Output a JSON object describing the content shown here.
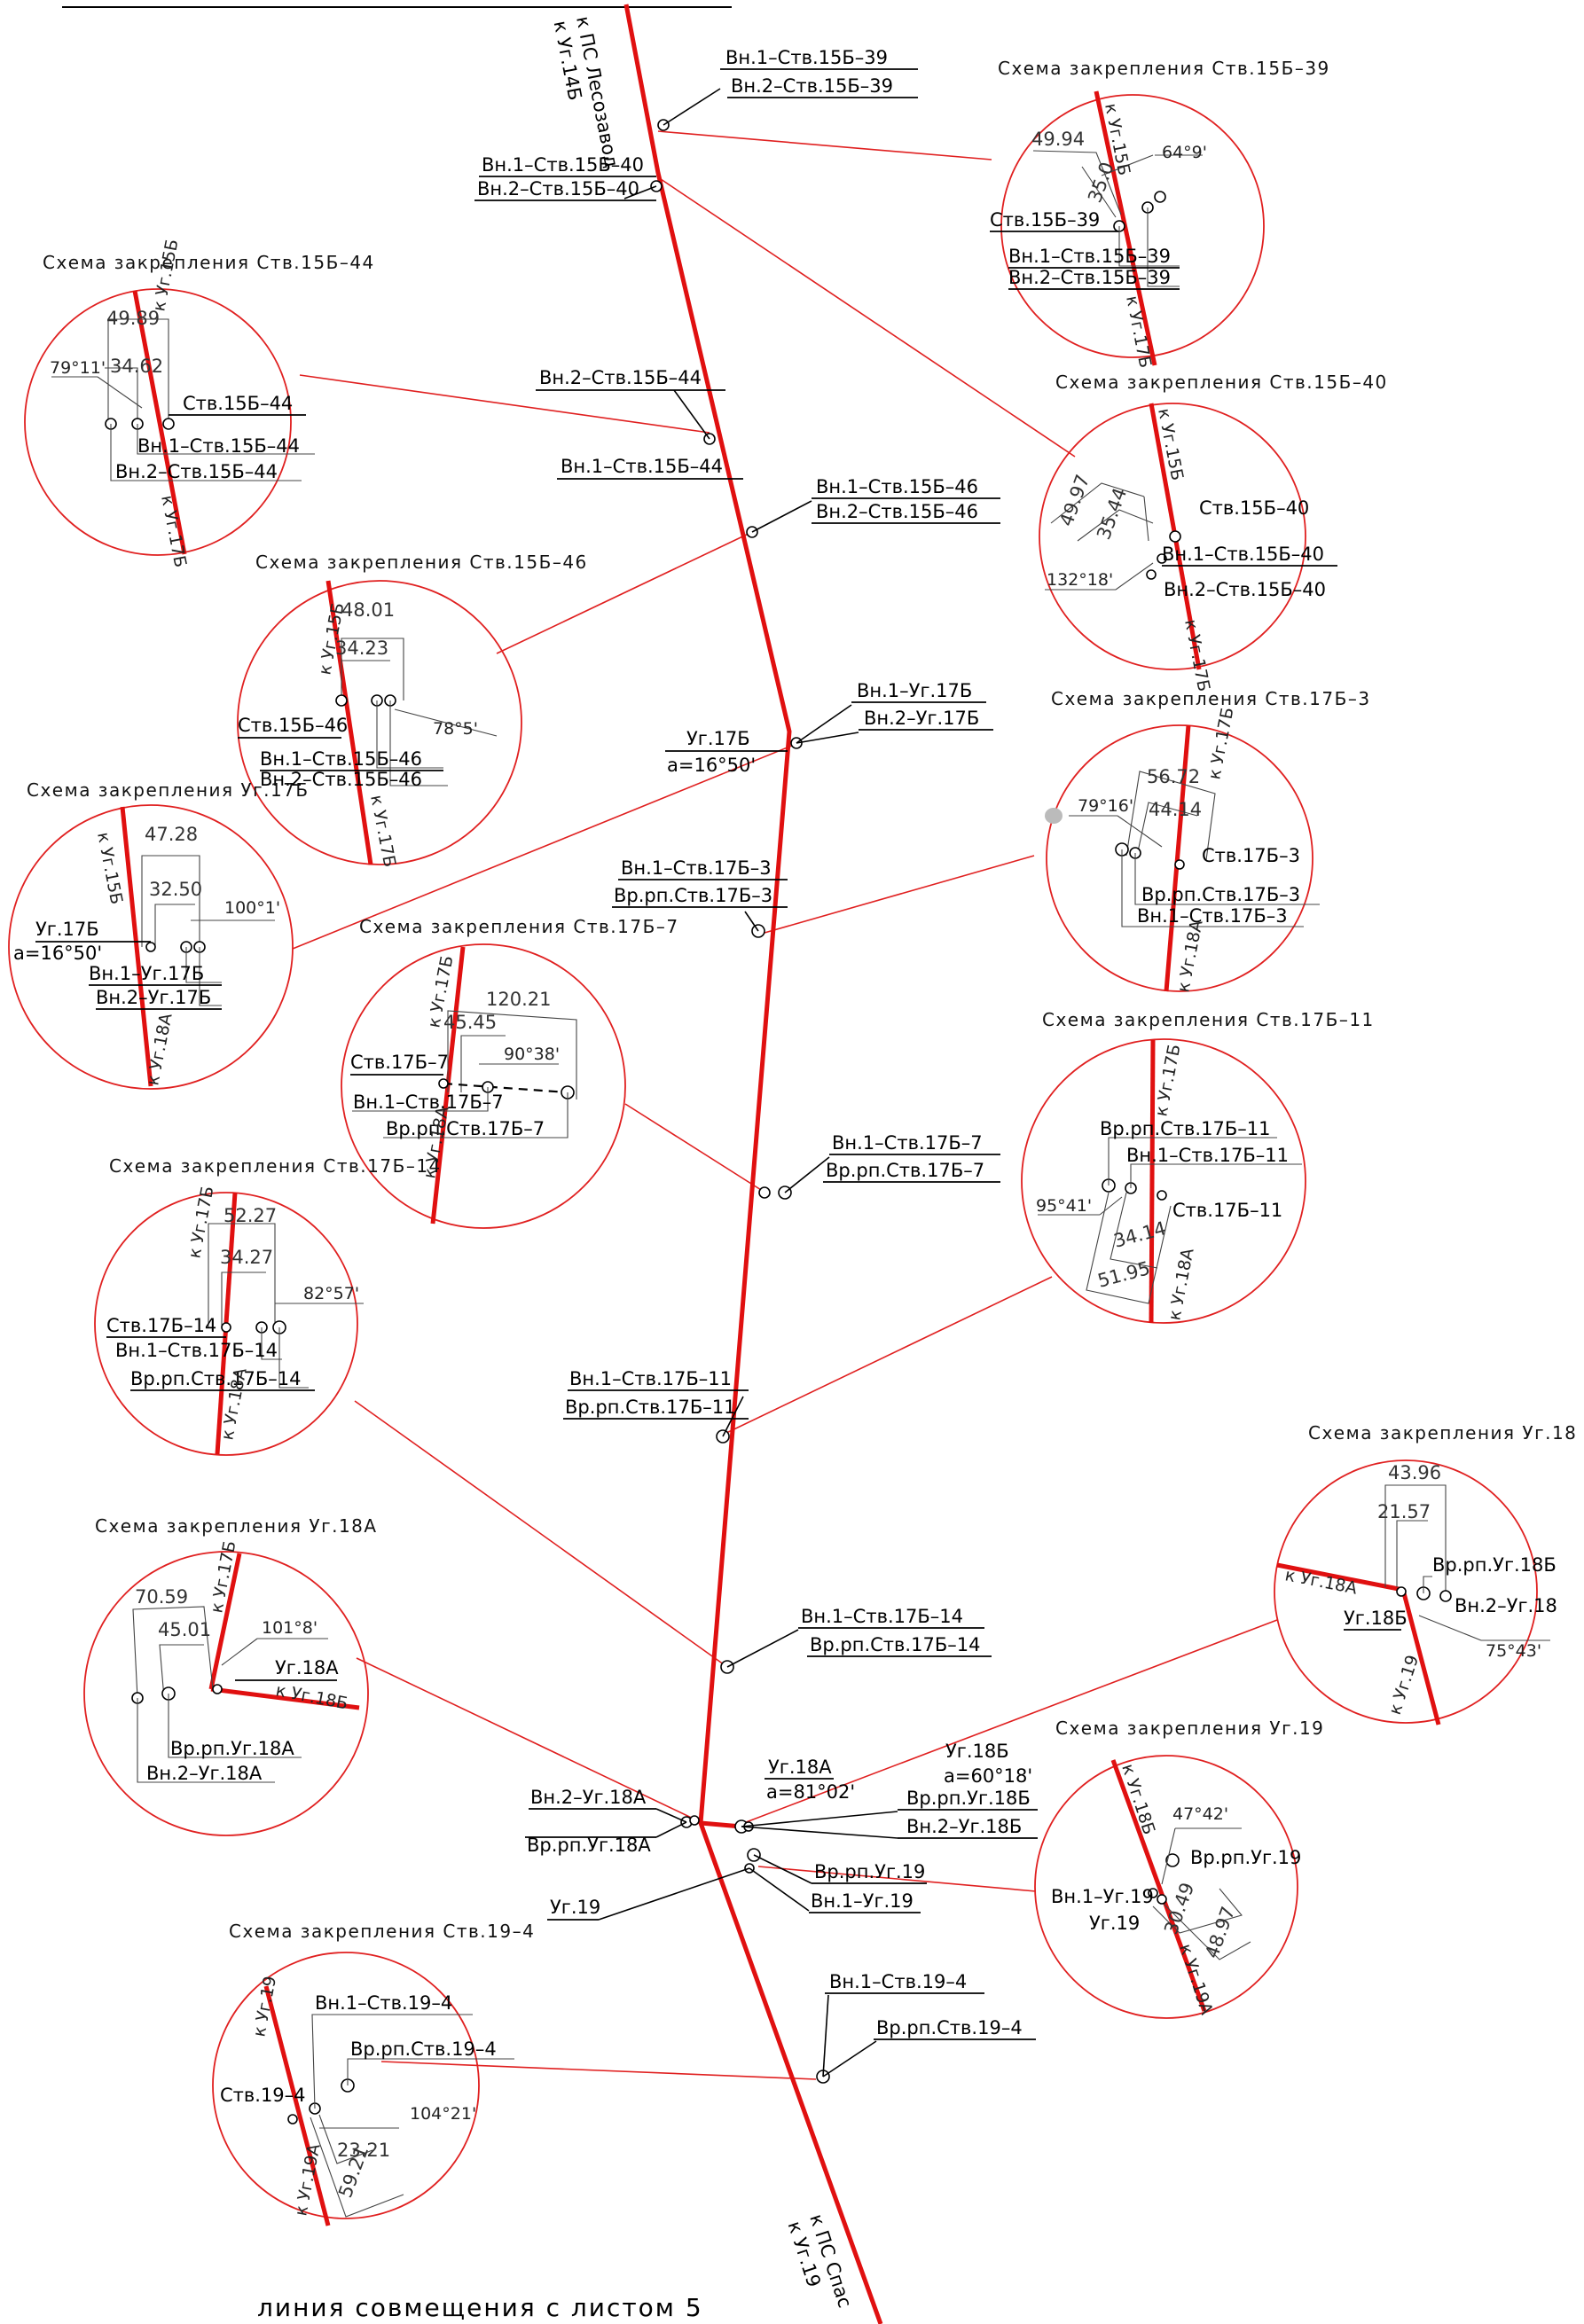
{
  "sheet": {
    "footer": "линия совмещения с листом 5",
    "top_route_label": "к ПС Лесозавод",
    "top_route_sub": "к Уг.14Б",
    "bottom_route_label": "к ПС Спас",
    "bottom_route_sub": "к Уг.19"
  },
  "main_labels": {
    "st15b39_a": "Вн.1–Ств.15Б–39",
    "st15b39_b": "Вн.2–Ств.15Б–39",
    "st15b40_a": "Вн.1–Ств.15Б–40",
    "st15b40_b": "Вн.2–Ств.15Б–40",
    "st15b44_a": "Вн.2–Ств.15Б–44",
    "st15b44_b": "Вн.1–Ств.15Б–44",
    "st15b46_a": "Вн.1–Ств.15Б–46",
    "st15b46_b": "Вн.2–Ств.15Б–46",
    "ug17b_a": "Вн.1–Уг.17Б",
    "ug17b_b": "Вн.2–Уг.17Б",
    "ug17b_name": "Уг.17Б",
    "ug17b_angle": "a=16°50'",
    "st17b3_a": "Вн.1–Ств.17Б–3",
    "st17b3_b": "Вр.рп.Ств.17Б–3",
    "st17b7_a": "Вн.1–Ств.17Б–7",
    "st17b7_b": "Вр.рп.Ств.17Б–7",
    "st17b11_a": "Вн.1–Ств.17Б–11",
    "st17b11_b": "Вр.рп.Ств.17Б–11",
    "st17b14_a": "Вн.1–Ств.17Б–14",
    "st17b14_b": "Вр.рп.Ств.17Б–14",
    "ug18a_a": "Вн.2–Уг.18А",
    "ug18a_b": "Вр.рп.Уг.18А",
    "ug18a_name": "Уг.18А",
    "ug18a_angle": "a=81°02'",
    "ug18b_name": "Уг.18Б",
    "ug18b_angle": "a=60°18'",
    "ug18b_a": "Вр.рп.Уг.18Б",
    "ug18b_b": "Вн.2–Уг.18Б",
    "ug19_a": "Вр.рп.Уг.19",
    "ug19_b": "Вн.1–Уг.19",
    "ug19_name": "Уг.19",
    "st194_a": "Вн.1–Ств.19–4",
    "st194_b": "Вр.рп.Ств.19–4"
  },
  "schemes": {
    "s39": {
      "title": "Схема закрепления Ств.15Б–39",
      "d1": "49.94",
      "d2": "35.0",
      "ang": "64°9'",
      "name": "Ств.15Б–39",
      "a": "Вн.1–Ств.15Б–39",
      "b": "Вн.2–Ств.15Б–39",
      "up": "к Уг.15Б",
      "down": "к Уг.17Б"
    },
    "s44": {
      "title": "Схема закрепления Ств.15Б–44",
      "d1": "49.89",
      "d2": "34.62",
      "ang": "79°11'",
      "name": "Ств.15Б–44",
      "a": "Вн.1–Ств.15Б–44",
      "b": "Вн.2–Ств.15Б–44",
      "up": "к Уг.15Б",
      "down": "к Уг.17Б"
    },
    "s40": {
      "title": "Схема закрепления Ств.15Б–40",
      "d1": "49.97",
      "d2": "35.44",
      "ang": "132°18'",
      "name": "Ств.15Б–40",
      "a": "Вн.1–Ств.15Б–40",
      "b": "Вн.2–Ств.15Б–40",
      "up": "к Уг.15Б",
      "down": "к Уг.17Б"
    },
    "s46": {
      "title": "Схема закрепления Ств.15Б–46",
      "d1": "48.01",
      "d2": "34.23",
      "ang": "78°5'",
      "name": "Ств.15Б–46",
      "a": "Вн.1–Ств.15Б–46",
      "b": "Вн.2–Ств.15Б–46",
      "up": "к Уг.15Б",
      "down": "к Уг.17Б"
    },
    "sUg17": {
      "title": "Схема закрепления Уг.17Б",
      "d1": "47.28",
      "d2": "32.50",
      "ang": "100°1'",
      "name": "Уг.17Б",
      "angle": "a=16°50'",
      "a": "Вн.1–Уг.17Б",
      "b": "Вн.2–Уг.17Б",
      "up": "к Уг.15Б",
      "down": "к Уг.18А"
    },
    "s3": {
      "title": "Схема закрепления Ств.17Б–3",
      "d1": "56.72",
      "d2": "44.14",
      "ang": "79°16'",
      "name": "Ств.17Б–3",
      "a": "Вр.рп.Ств.17Б–3",
      "b": "Вн.1–Ств.17Б–3",
      "up": "к Уг.17Б",
      "down": "к Уг.18А"
    },
    "s7": {
      "title": "Схема закрепления Ств.17Б–7",
      "d1": "120.21",
      "d2": "45.45",
      "ang": "90°38'",
      "name": "Ств.17Б–7",
      "a": "Вн.1–Ств.17Б–7",
      "b": "Вр.рп.Ств.17Б–7",
      "up": "к Уг.17Б",
      "down": "к Уг.18А"
    },
    "s11": {
      "title": "Схема закрепления Ств.17Б–11",
      "d1": "51.95",
      "d2": "34.14",
      "ang": "95°41'",
      "name": "Ств.17Б–11",
      "a": "Вр.рп.Ств.17Б–11",
      "b": "Вн.1–Ств.17Б–11",
      "up": "к Уг.17Б",
      "down": "к Уг.18А"
    },
    "s14": {
      "title": "Схема закрепления Ств.17Б–14",
      "d1": "52.27",
      "d2": "34.27",
      "ang": "82°57'",
      "name": "Ств.17Б–14",
      "a": "Вн.1–Ств.17Б–14",
      "b": "Вр.рп.Ств.17Б–14",
      "up": "к Уг.17Б",
      "down": "к Уг.18А"
    },
    "s18": {
      "title": "Схема закрепления Уг.18",
      "d1": "43.96",
      "d2": "21.57",
      "ang": "75°43'",
      "name": "Уг.18Б",
      "a": "Вр.рп.Уг.18Б",
      "b": "Вн.2–Уг.18",
      "up": "к Уг.18А",
      "down": "к Уг.19"
    },
    "s18A": {
      "title": "Схема закрепления Уг.18А",
      "d1": "70.59",
      "d2": "45.01",
      "ang": "101°8'",
      "name": "Уг.18А",
      "a": "Вр.рп.Уг.18А",
      "b": "Вн.2–Уг.18А",
      "up": "к Уг.17Б",
      "down": "к Уг.18Б"
    },
    "s19": {
      "title": "Схема закрепления Уг.19",
      "d1": "48.97",
      "d2": "30.49",
      "ang": "47°42'",
      "name": "Уг.19",
      "a": "Вр.рп.Уг.19",
      "b": "Вн.1–Уг.19",
      "up": "к Уг.18Б",
      "down": "к Уг.19А"
    },
    "s194": {
      "title": "Схема закрепления Ств.19–4",
      "d1": "59.21",
      "d2": "23.21",
      "ang": "104°21'",
      "name": "Ств.19–4",
      "a": "Вн.1–Ств.19–4",
      "b": "Вр.рп.Ств.19–4",
      "up": "к Уг.19",
      "down": "к Уг.19А"
    }
  }
}
